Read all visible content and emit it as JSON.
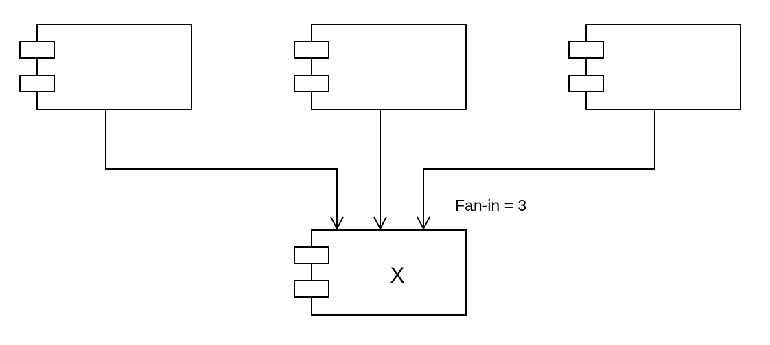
{
  "diagram": {
    "type": "uml-component-fan-in",
    "components": [
      {
        "id": "source-1",
        "label": ""
      },
      {
        "id": "source-2",
        "label": ""
      },
      {
        "id": "source-3",
        "label": ""
      },
      {
        "id": "target",
        "label": "X"
      }
    ],
    "edges": [
      {
        "from": "source-1",
        "to": "target"
      },
      {
        "from": "source-2",
        "to": "target"
      },
      {
        "from": "source-3",
        "to": "target"
      }
    ],
    "annotation": "Fan-in = 3",
    "colors": {
      "stroke": "#000000",
      "background": "#ffffff"
    }
  }
}
